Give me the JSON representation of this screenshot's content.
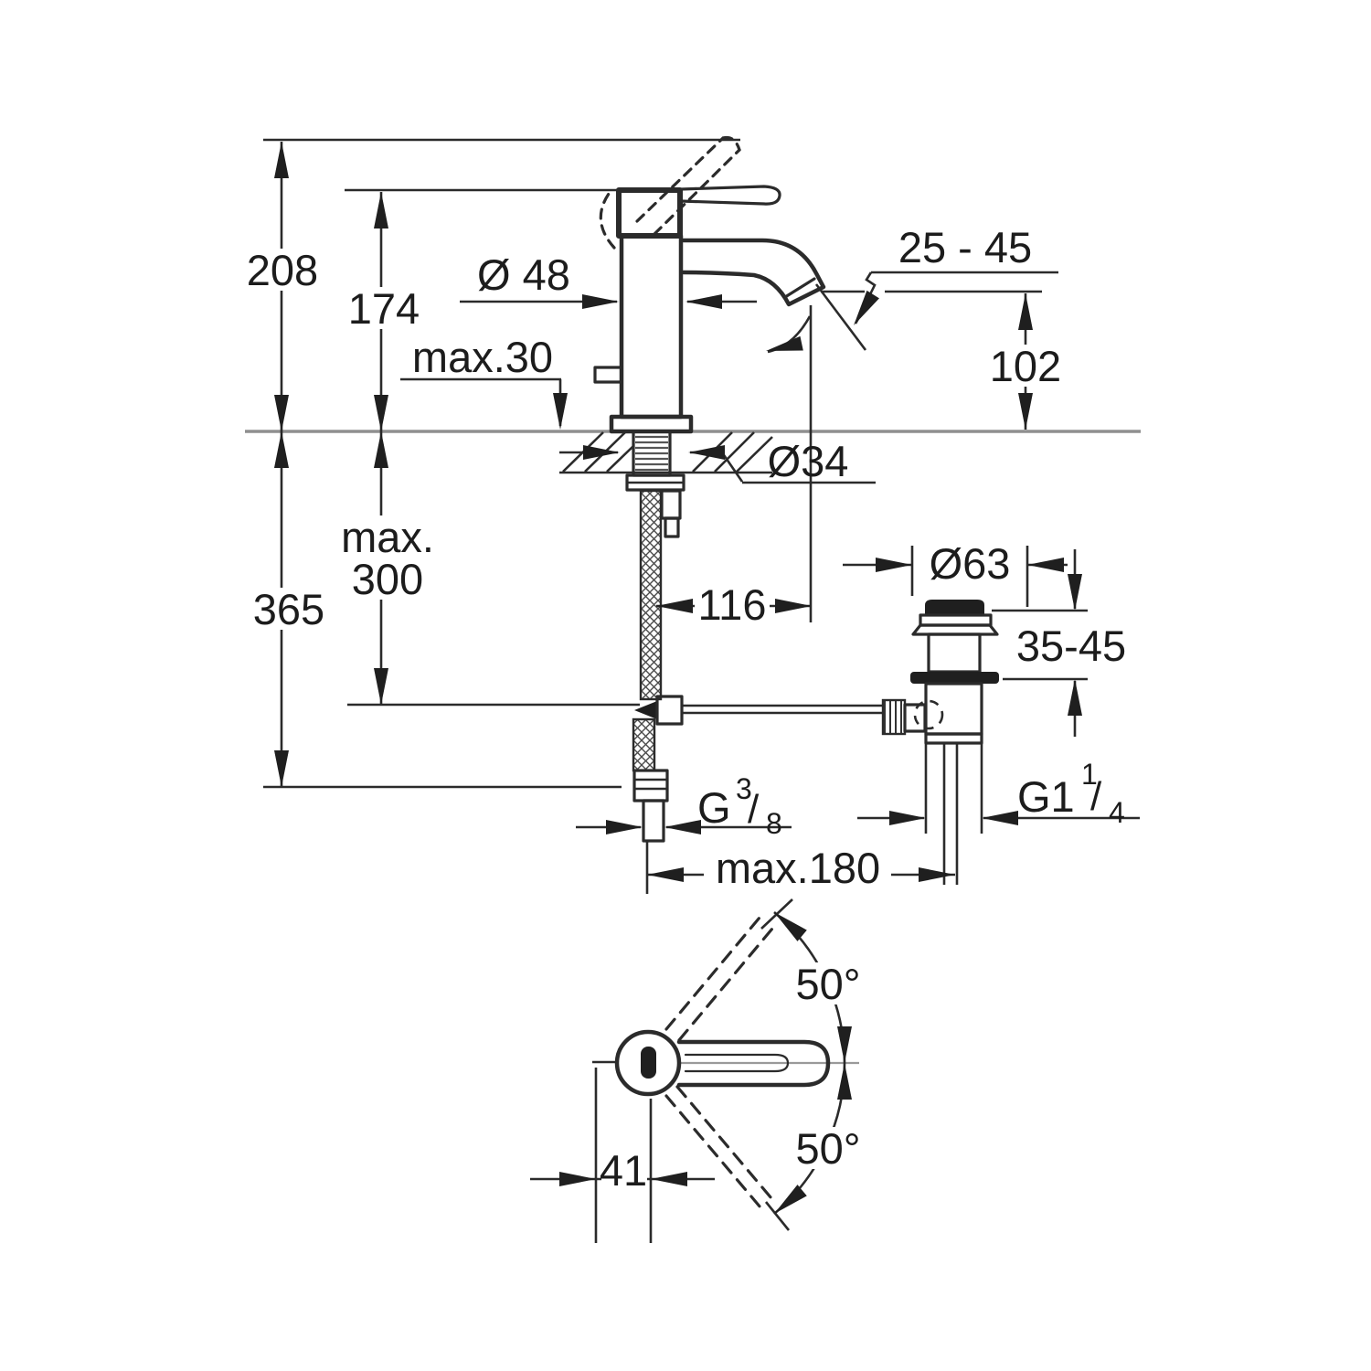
{
  "title": "Single-lever basin mixer technical dimension drawing",
  "colors": {
    "line": "#2b2b2b",
    "light_line": "#8f8f8f",
    "text": "#1c1c1c",
    "background": "#ffffff"
  },
  "labels": {
    "height_total": "208",
    "height_to_handle": "174",
    "body_diameter": "Ø 48",
    "deck_thickness_max": "max.30",
    "aerator_angle_range": "25 - 45",
    "spout_height": "102",
    "hole_diameter": "Ø34",
    "hose_length_max_line1": "max.",
    "hose_length_max_line2": "300",
    "total_depth": "365",
    "spout_reach": "116",
    "drain_flange_diameter": "Ø63",
    "basin_thickness_range": "35-45",
    "supply_thread_g": "G",
    "supply_thread_num": "3",
    "supply_thread_slash": "/",
    "supply_thread_den": "8",
    "drain_thread_g": "G1",
    "drain_thread_num": "1",
    "drain_thread_slash": "/",
    "drain_thread_den": "4",
    "rod_length_max": "max.180",
    "handle_swing_upper": "50°",
    "handle_swing_lower": "50°",
    "handle_offset": "41"
  }
}
